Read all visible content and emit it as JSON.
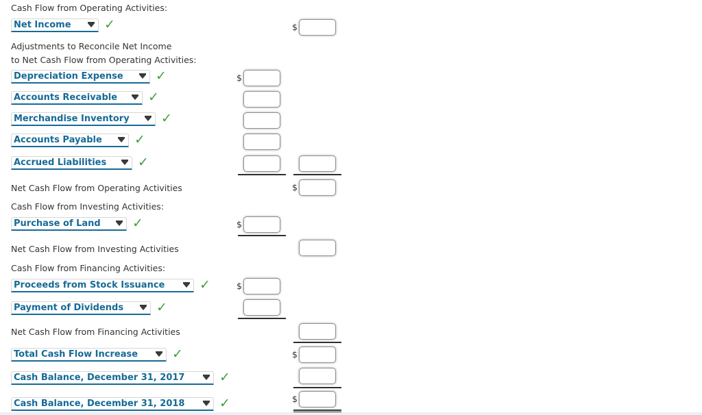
{
  "currency_symbol": "$",
  "icons": {
    "checkmark": "✓"
  },
  "colors": {
    "link_blue": "#166a96",
    "check_green": "#3ea03e",
    "text": "#333333",
    "rule": "#2e2e2e"
  },
  "sections": {
    "operating_header": "Cash Flow from Operating Activities:",
    "adjustments_line1": "Adjustments to Reconcile Net Income",
    "adjustments_line2": "to Net Cash Flow from Operating Activities:",
    "net_operating_label": "Net Cash Flow from Operating Activities",
    "investing_header": "Cash Flow from Investing Activities:",
    "net_investing_label": "Net Cash Flow from Investing Activities",
    "financing_header": "Cash Flow from Financing Activities:",
    "net_financing_label": "Net Cash Flow from Financing Activities"
  },
  "dropdowns": {
    "net_income": "Net Income",
    "depreciation_expense": "Depreciation Expense",
    "accounts_receivable": "Accounts Receivable",
    "merchandise_inventory": "Merchandise Inventory",
    "accounts_payable": "Accounts Payable",
    "accrued_liabilities": "Accrued Liabilities",
    "purchase_of_land": "Purchase of Land",
    "proceeds_from_stock_issuance": "Proceeds from Stock Issuance",
    "payment_of_dividends": "Payment of Dividends",
    "total_cash_flow_increase": "Total Cash Flow Increase",
    "cash_balance_2017": "Cash Balance, December 31, 2017",
    "cash_balance_2018": "Cash Balance, December 31, 2018"
  },
  "inputs": {
    "net_income": "",
    "depreciation_expense": "",
    "accounts_receivable": "",
    "merchandise_inventory": "",
    "accounts_payable": "",
    "accrued_liabilities": "",
    "adjustments_total": "",
    "net_operating": "",
    "purchase_of_land": "",
    "net_investing": "",
    "proceeds_from_stock_issuance": "",
    "payment_of_dividends": "",
    "net_financing": "",
    "total_cash_flow_increase": "",
    "cash_balance_2017": "",
    "cash_balance_2018": ""
  }
}
